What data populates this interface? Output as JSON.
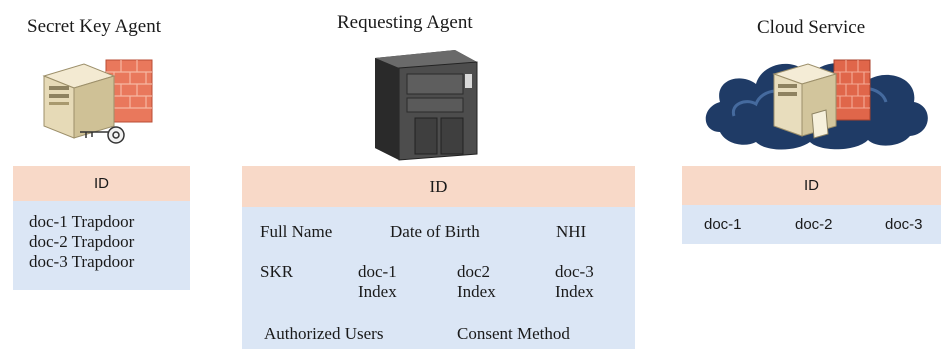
{
  "secret_key_agent": {
    "title": "Secret Key Agent",
    "icon": "server-firewall-key-icon",
    "header": "ID",
    "rows": [
      "doc-1 Trapdoor",
      "doc-2 Trapdoor",
      "doc-3 Trapdoor"
    ]
  },
  "requesting_agent": {
    "title": "Requesting Agent",
    "icon": "tower-server-icon",
    "header": "ID",
    "fields": {
      "full_name": "Full Name",
      "dob": "Date of Birth",
      "nhi": "NHI",
      "skr": "SKR",
      "doc1_index": [
        "doc-1",
        "Index"
      ],
      "doc2_index": [
        "doc2",
        "Index"
      ],
      "doc3_index": [
        "doc-3",
        "Index"
      ],
      "authorized_users": "Authorized Users",
      "consent_method": "Consent Method"
    }
  },
  "cloud_service": {
    "title": "Cloud Service",
    "icon": "cloud-server-icon",
    "header": "ID",
    "docs": [
      "doc-1",
      "doc-2",
      "doc-3"
    ]
  },
  "colors": {
    "header_bg": "#f8d9c8",
    "body_bg": "#dbe6f5",
    "cloud": "#1f3b66",
    "firewall": "#e0664a"
  }
}
